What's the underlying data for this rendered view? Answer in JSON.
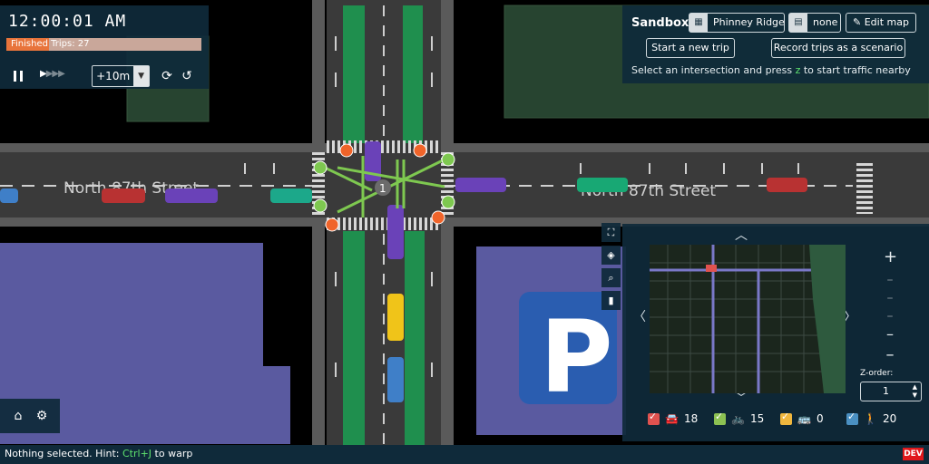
{
  "clock": "12:00:01 AM",
  "trips": {
    "label": "Finished Trips: 27",
    "progress_fraction": 0.22
  },
  "time_controls": {
    "pause_icon": "pause-icon",
    "step_value": "+10m",
    "reset_icon": "reset-icon",
    "jump_icon": "jump-back-icon"
  },
  "sandbox": {
    "title": "Sandbox",
    "map_button": "Phinney Ridge",
    "scenario_button": "none",
    "edit_button": "Edit map",
    "new_trip_button": "Start a new trip",
    "record_button": "Record trips as a scenario",
    "hint_before": "Select an intersection and press ",
    "hint_key": "z",
    "hint_after": " to start traffic nearby"
  },
  "streets": {
    "west_label": "North 87th Street",
    "east_label": "North 87th Street"
  },
  "intersection_badge": "1",
  "minimap": {
    "counts": [
      {
        "icon": "car-icon",
        "value": "18",
        "color": "#e0524f"
      },
      {
        "icon": "bike-icon",
        "value": "15",
        "color": "#8cc152"
      },
      {
        "icon": "bus-icon",
        "value": "0",
        "color": "#f0b73e"
      },
      {
        "icon": "pedestrian-icon",
        "value": "20",
        "color": "#4a90c2"
      }
    ],
    "zorder_label": "Z-order:",
    "zorder_value": "1"
  },
  "status": {
    "before": "Nothing selected. Hint: ",
    "key": "Ctrl+J",
    "after": " to warp"
  },
  "dev_badge": "DEV",
  "colors": {
    "panel": "#0f2a3a",
    "road": "#3a3a3a",
    "bike_lane": "#1f8f4e",
    "parking_lot": "#5a5aa0",
    "park": "#274430",
    "accent_green": "#5fe36e",
    "progress": "#e8743b"
  }
}
